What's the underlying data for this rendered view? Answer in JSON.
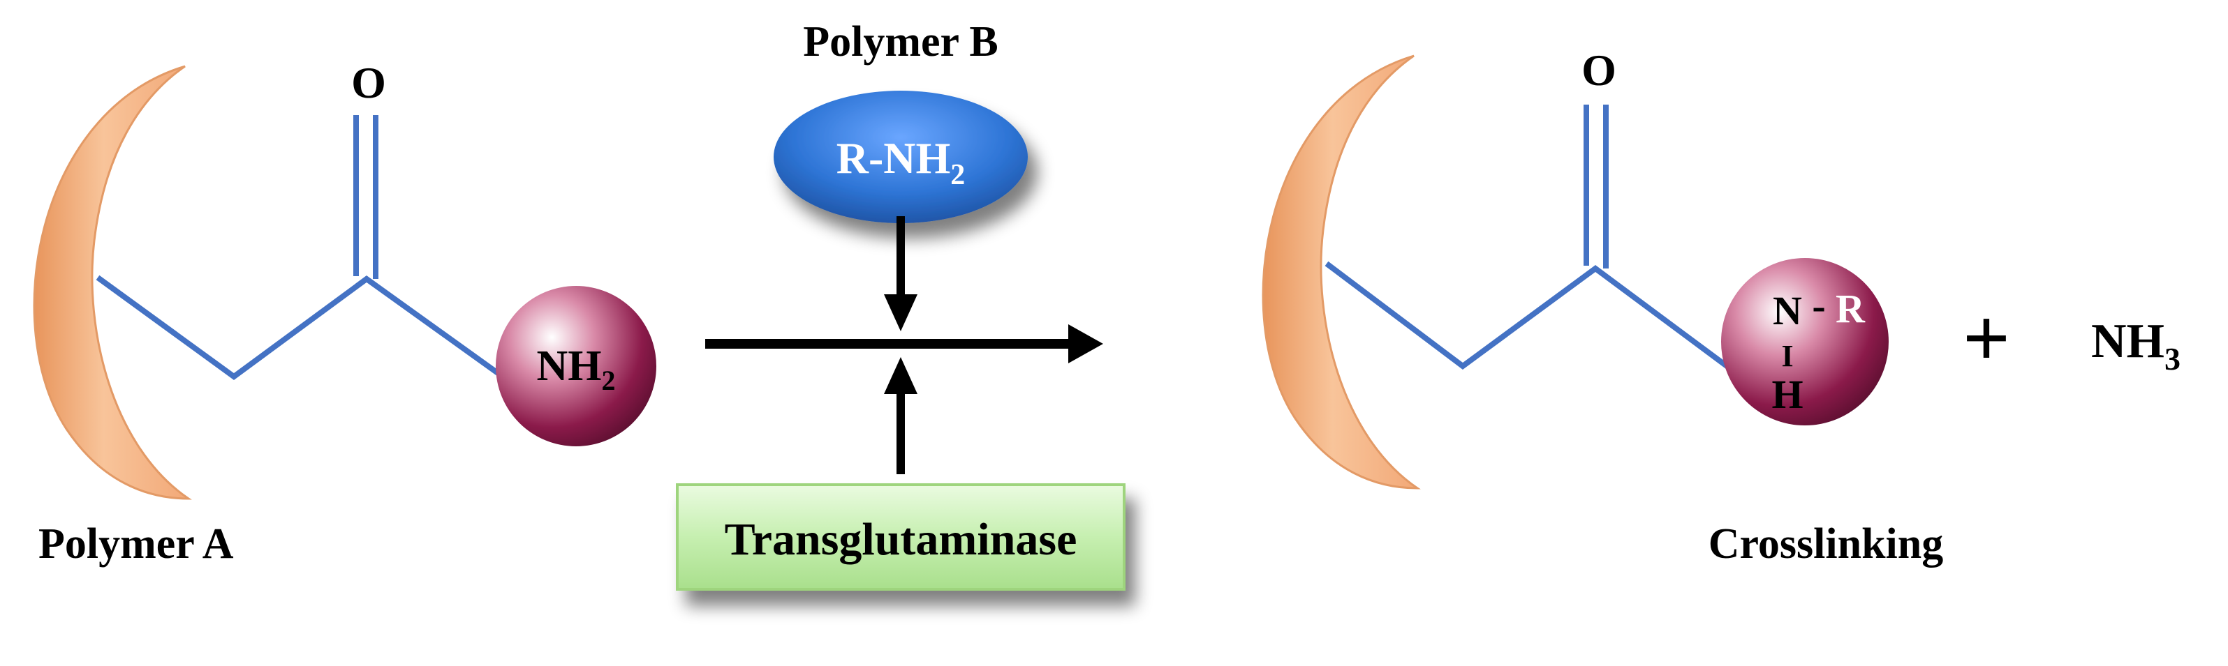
{
  "left_molecule": {
    "label": "Polymer A",
    "oxygen": "O",
    "amine": "NH",
    "amine_sub": "2"
  },
  "reagent": {
    "polymer_label": "Polymer B",
    "ellipse_text": "R-NH",
    "ellipse_sub": "2",
    "enzyme": "Transglutaminase"
  },
  "right_molecule": {
    "label": "Crosslinking",
    "oxygen": "O",
    "n": "N",
    "dash": "-",
    "r": "R",
    "h": "H",
    "bond": "I"
  },
  "byproduct": {
    "plus": "+",
    "ammonia": "NH",
    "ammonia_sub": "3"
  },
  "colors": {
    "chain": "#4472c4",
    "crescent": "#f4b183",
    "sphere": "#8b1a4a",
    "ellipse": "#2e75d6",
    "enzyme_box": "#c6efb0",
    "arrow": "#000000"
  }
}
